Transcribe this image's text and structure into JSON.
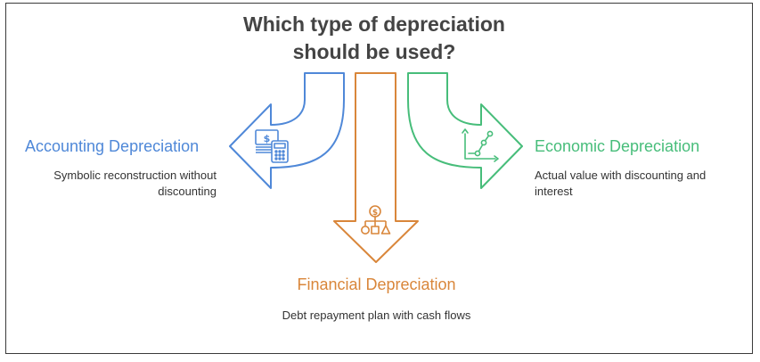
{
  "title_line1": "Which type of depreciation",
  "title_line2": "should be used?",
  "colors": {
    "accounting": "#4f88d8",
    "financial": "#d9863a",
    "economic": "#47bd7a",
    "title": "#444444"
  },
  "options": {
    "accounting": {
      "heading": "Accounting Depreciation",
      "description": "Symbolic reconstruction without discounting",
      "icon": "money-calculator-icon"
    },
    "economic": {
      "heading": "Economic Depreciation",
      "description": "Actual value with discounting and interest",
      "icon": "growth-chart-icon"
    },
    "financial": {
      "heading": "Financial Depreciation",
      "description": "Debt repayment plan with cash flows",
      "icon": "dollar-hierarchy-icon"
    }
  }
}
